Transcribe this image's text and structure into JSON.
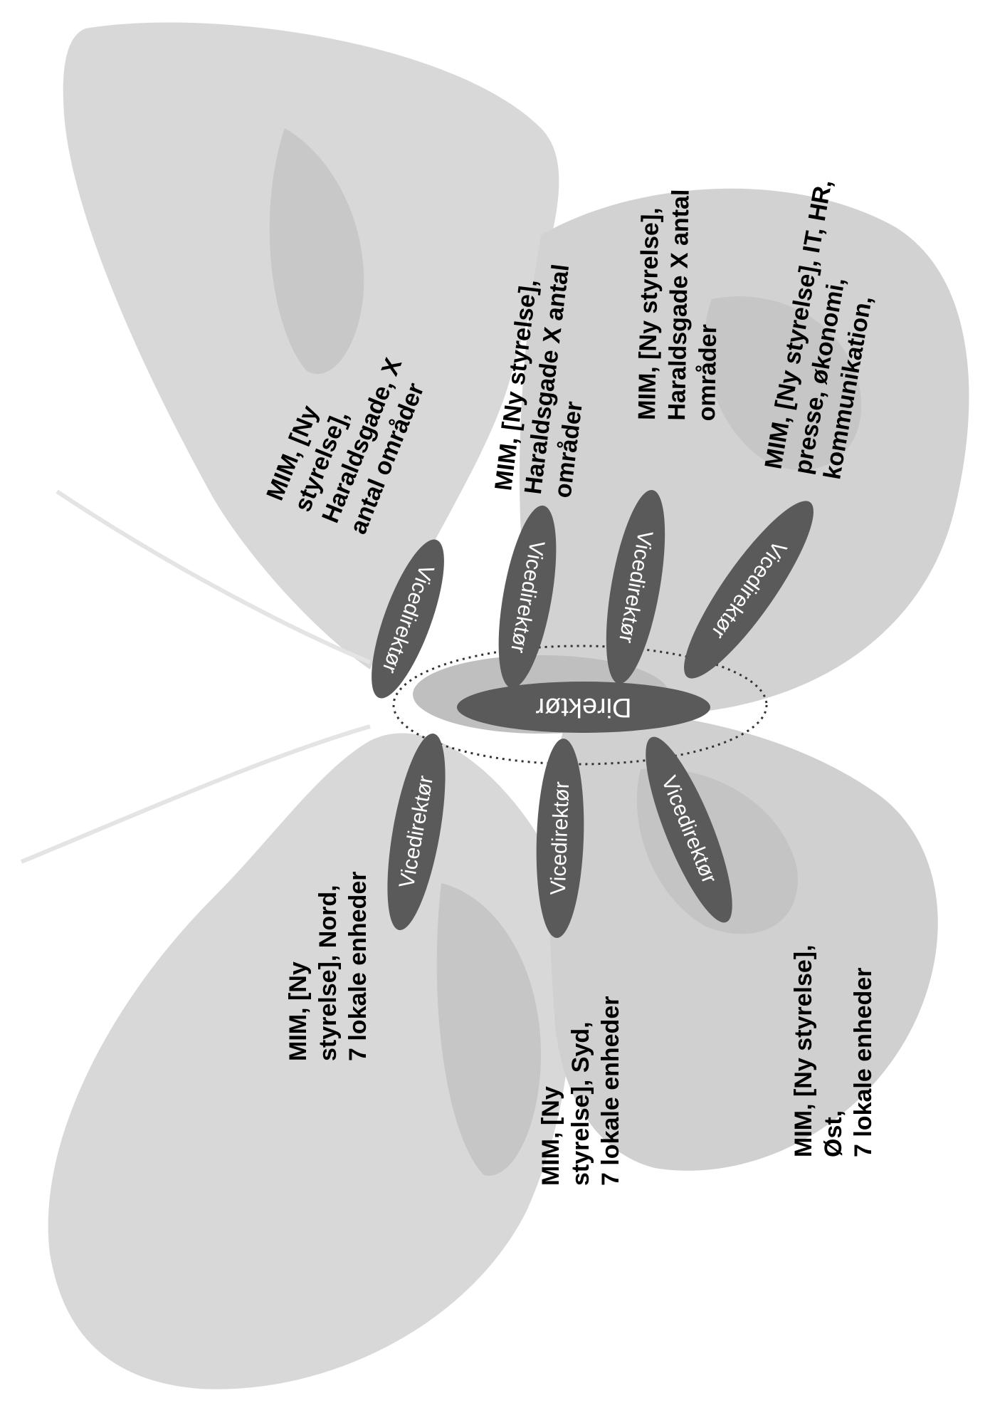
{
  "director": "Direktør",
  "vicedirector_label": "Vicedirektør",
  "units": [
    {
      "lines": [
        "MIM, [Ny",
        "styrelse], Nord,",
        "7 lokale enheder"
      ]
    },
    {
      "lines": [
        "MIM, [Ny",
        "styrelse], Syd,",
        "7 lokale enheder"
      ]
    },
    {
      "lines": [
        "MIM, [Ny styrelse],",
        "Øst,",
        "7 lokale enheder"
      ]
    },
    {
      "lines": [
        "MIM, [Ny",
        "styrelse],",
        "Haraldsgade, X",
        "antal områder"
      ]
    },
    {
      "lines": [
        "MIM, [Ny styrelse],",
        "Haraldsgade X antal",
        "områder"
      ]
    },
    {
      "lines": [
        "MIM, [Ny styrelse],",
        "Haraldsgade X antal",
        "områder"
      ]
    },
    {
      "lines": [
        "MIM, [Ny styrelse], IT, HR,",
        "presse, økonomi,",
        "kommunikation,"
      ]
    }
  ],
  "colors": {
    "ellipse_fill": "#5a5a5a",
    "butterfly": "#d6d6d6",
    "butterfly_dark": "#c4c4c4"
  }
}
